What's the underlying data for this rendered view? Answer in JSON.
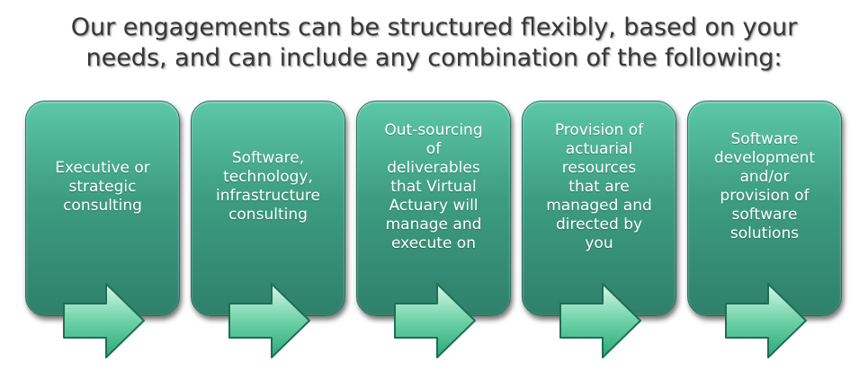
{
  "heading": {
    "line1": "Our engagements can be structured flexibly, based on your",
    "line2": "needs, and can include any combination of the following:"
  },
  "steps": [
    {
      "label": "Executive or\nstrategic\nconsulting"
    },
    {
      "label": "Software,\ntechnology,\ninfrastructure\nconsulting"
    },
    {
      "label": "Out-sourcing\nof\ndeliverables\nthat Virtual\nActuary will\nmanage and\nexecute on"
    },
    {
      "label": "Provision of\nactuarial\nresources\nthat are\nmanaged and\ndirected by\nyou"
    },
    {
      "label": "Software\ndevelopment\nand/or\nprovision of\nsoftware\nsolutions"
    }
  ],
  "colors": {
    "card_light": "#5cc7a6",
    "card_dark": "#2f806a",
    "arrow_light": "#c8f5e3",
    "arrow_dark": "#2aa77a",
    "heading_text": "#383838"
  },
  "icons": {
    "step_arrow": "right-arrow-icon"
  }
}
